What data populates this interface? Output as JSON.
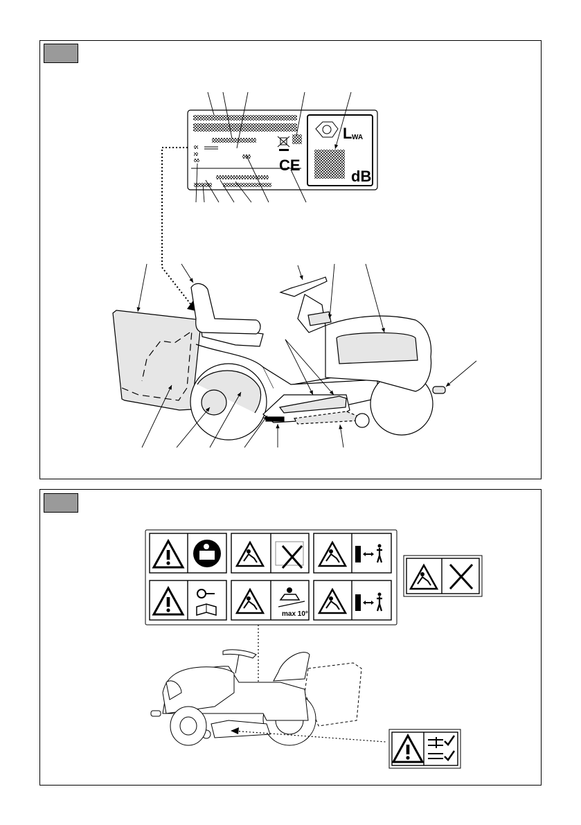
{
  "figure_1": {
    "tag_label": "",
    "rating_label": {
      "lwa_main": "L",
      "lwa_sub": "WA",
      "db_unit": "dB",
      "ce_mark": "CE",
      "weee_symbol": "crossed-out-bin-icon",
      "sound_symbol": "sound-level-icon"
    },
    "callouts_top_count": 5,
    "callouts_bottom_count": 7,
    "machine_callouts_top_count": 5,
    "machine_callouts_bottom_count": 6
  },
  "figure_2": {
    "tag_label": "",
    "warning_decal_text": "max 10°",
    "icons": [
      "warning-triangle-icon",
      "read-manual-icon",
      "thrown-objects-icon",
      "no-passenger-icon",
      "keep-distance-icon",
      "remove-key-icon",
      "slope-tip-icon",
      "rollover-icon",
      "blade-hazard-icon",
      "disengage-check-icon"
    ]
  },
  "colors": {
    "shade": "#e6e6e6",
    "tag": "#9a9a9a",
    "line": "#000000"
  }
}
